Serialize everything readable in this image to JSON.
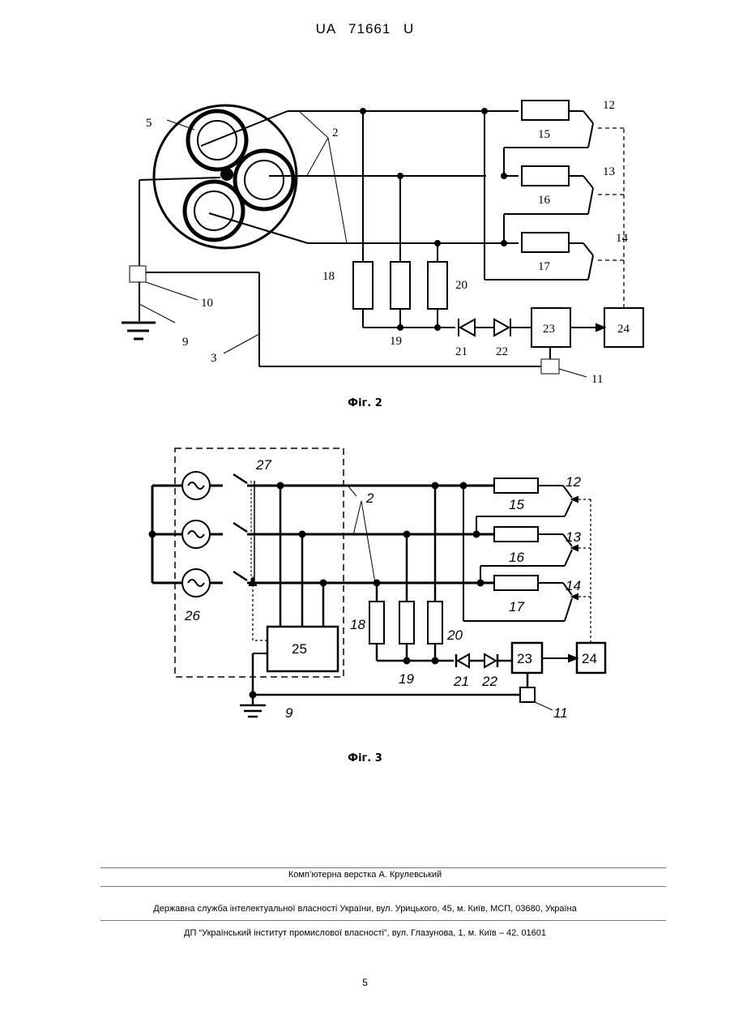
{
  "header": {
    "patent": "UA 71661 U"
  },
  "fig2": {
    "caption": "Фіг. 2",
    "labels": {
      "l5": "5",
      "l2": "2",
      "l12": "12",
      "l13": "13",
      "l14": "14",
      "l15": "15",
      "l16": "16",
      "l17": "17",
      "l18": "18",
      "l19": "19",
      "l20": "20",
      "l21": "21",
      "l22": "22",
      "l23": "23",
      "l24": "24",
      "l10": "10",
      "l9": "9",
      "l3": "3",
      "l11": "11"
    }
  },
  "fig3": {
    "caption": "Фіг. 3",
    "labels": {
      "l27": "27",
      "l2": "2",
      "l12": "12",
      "l13": "13",
      "l14": "14",
      "l15": "15",
      "l16": "16",
      "l17": "17",
      "l18": "18",
      "l19": "19",
      "l20": "20",
      "l21": "21",
      "l22": "22",
      "l23": "23",
      "l24": "24",
      "l25": "25",
      "l26": "26",
      "l9": "9",
      "l11": "11"
    }
  },
  "footer": {
    "layout": "Комп’ютерна верстка А. Крулевський",
    "agency": "Державна служба інтелектуальної власності України, вул. Урицького, 45, м. Київ, МСП, 03680, Україна",
    "institute": "ДП “Український інститут промислової власності”, вул. Глазунова, 1, м. Київ – 42, 01601"
  },
  "page_number": "5"
}
